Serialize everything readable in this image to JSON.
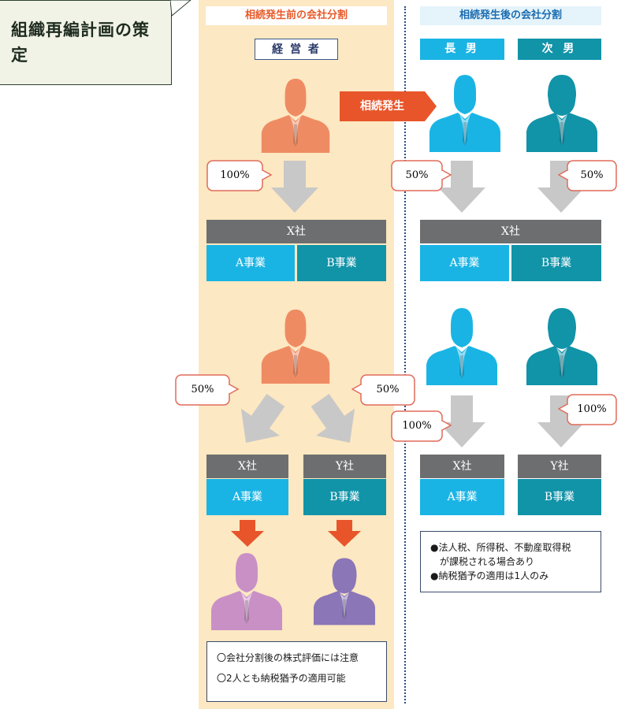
{
  "title": "組織再編計画の策定",
  "left_header": "相続発生前の会社分割",
  "right_header": "相続発生後の会社分割",
  "roles": {
    "manager": "経 営 者",
    "eldest_son": "長 男",
    "second_son": "次 男"
  },
  "event_label": "相続発生",
  "top_section": {
    "left": {
      "callout": "100%",
      "company": "X社",
      "biz_a": "A事業",
      "biz_b": "B事業"
    },
    "right": {
      "callout_eldest": "50%",
      "callout_second": "50%",
      "company": "X社",
      "biz_a": "A事業",
      "biz_b": "B事業"
    }
  },
  "bottom_section": {
    "left": {
      "callout_left": "50%",
      "callout_right": "50%",
      "company_x": "X社",
      "company_y": "Y社",
      "biz_a": "A事業",
      "biz_b": "B事業",
      "note_lines": [
        "〇会社分割後の株式評価には注意",
        "〇2人とも納税猶予の適用可能"
      ]
    },
    "right": {
      "callout_eldest": "100%",
      "callout_second": "100%",
      "company_x": "X社",
      "company_y": "Y社",
      "biz_a": "A事業",
      "biz_b": "B事業",
      "note_lines": [
        "●法人税、所得税、不動産取得税",
        "　が課税される場合あり",
        "●納税猶予の適用は1人のみ"
      ]
    }
  },
  "colors": {
    "manager": "#ef8b63",
    "eldest_son": "#1ab4e4",
    "second_son": "#1193a8",
    "heir_pink": "#c990c6",
    "heir_purple": "#8b76b8",
    "gray_arrow": "#c8c8c8",
    "red_arrow": "#e8552a",
    "company_bar": "#6d6e70",
    "left_panel": "#fce8c2"
  }
}
